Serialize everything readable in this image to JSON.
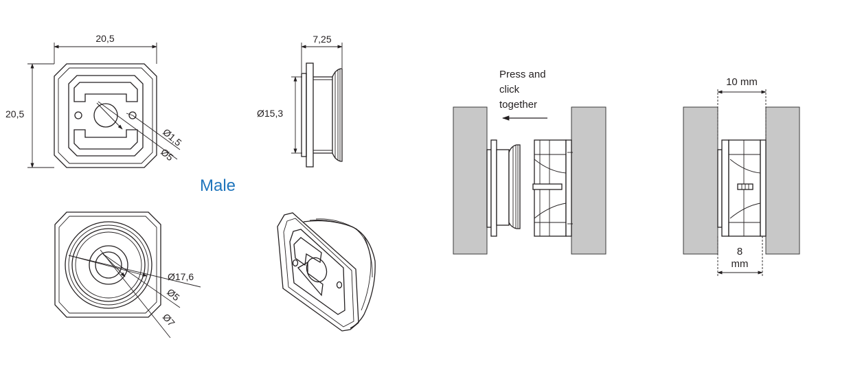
{
  "title": "Male",
  "dimensions": {
    "front_width": "20,5",
    "front_height": "20,5",
    "hole_small": "Ø1,5",
    "hole_center": "Ø5",
    "side_depth": "7,25",
    "side_diameter": "Ø15,3",
    "rear_outer": "Ø17,6",
    "rear_inner": "Ø5",
    "rear_mid": "Ø7"
  },
  "instruction": {
    "line1": "Press and",
    "line2": "click",
    "line3": "together"
  },
  "assembled": {
    "gap_top": "10 mm",
    "gap_bottom_value": "8",
    "gap_bottom_unit": "mm"
  },
  "colors": {
    "title": "#1f75bc",
    "wall": "#c8c8c8",
    "line": "#231f20"
  }
}
